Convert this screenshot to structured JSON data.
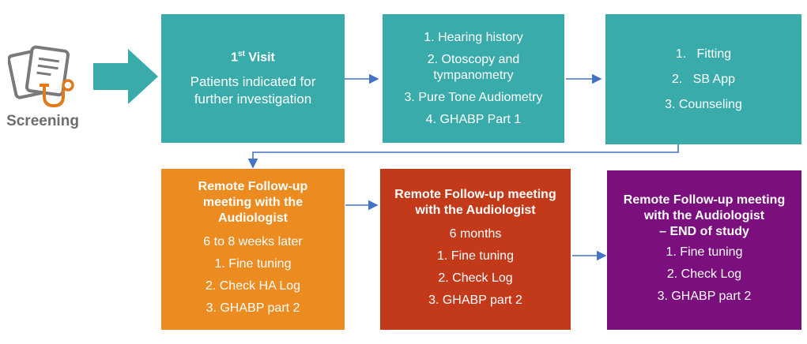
{
  "screening": {
    "label": "Screening",
    "icon": "clipboard-stethoscope-icon"
  },
  "visit1": {
    "title_main": "1",
    "title_sup": "st",
    "title_rest": " Visit",
    "lines": [
      "Patients indicated for further investigation"
    ]
  },
  "visit2": {
    "lines": [
      "1. Hearing history",
      "2. Otoscopy and tympanometry",
      "3. Pure Tone Audiometry",
      "4. GHABP Part 1"
    ]
  },
  "visit3": {
    "lines": [
      "1.   Fitting",
      "2.   SB App",
      "3. Counseling"
    ]
  },
  "followup1": {
    "title": "Remote Follow-up meeting with the Audiologist",
    "lines": [
      "6 to 8 weeks later",
      "1. Fine tuning",
      "2. Check HA Log",
      "3. GHABP part 2"
    ]
  },
  "followup2": {
    "title": "Remote Follow-up meeting with the Audiologist",
    "lines": [
      "6 months",
      "1. Fine tuning",
      "2. Check Log",
      "3. GHABP part 2"
    ]
  },
  "followup3": {
    "title_line1": "Remote Follow-up meeting with the Audiologist",
    "title_line2": "– END of study",
    "lines": [
      "1. Fine tuning",
      "2. Check Log",
      "3. GHABP part 2"
    ]
  },
  "colors": {
    "teal": "#3aabab",
    "orange": "#ec8b20",
    "red": "#c33a1b",
    "purple": "#7b0f7e",
    "arrow": "#4472c4"
  }
}
